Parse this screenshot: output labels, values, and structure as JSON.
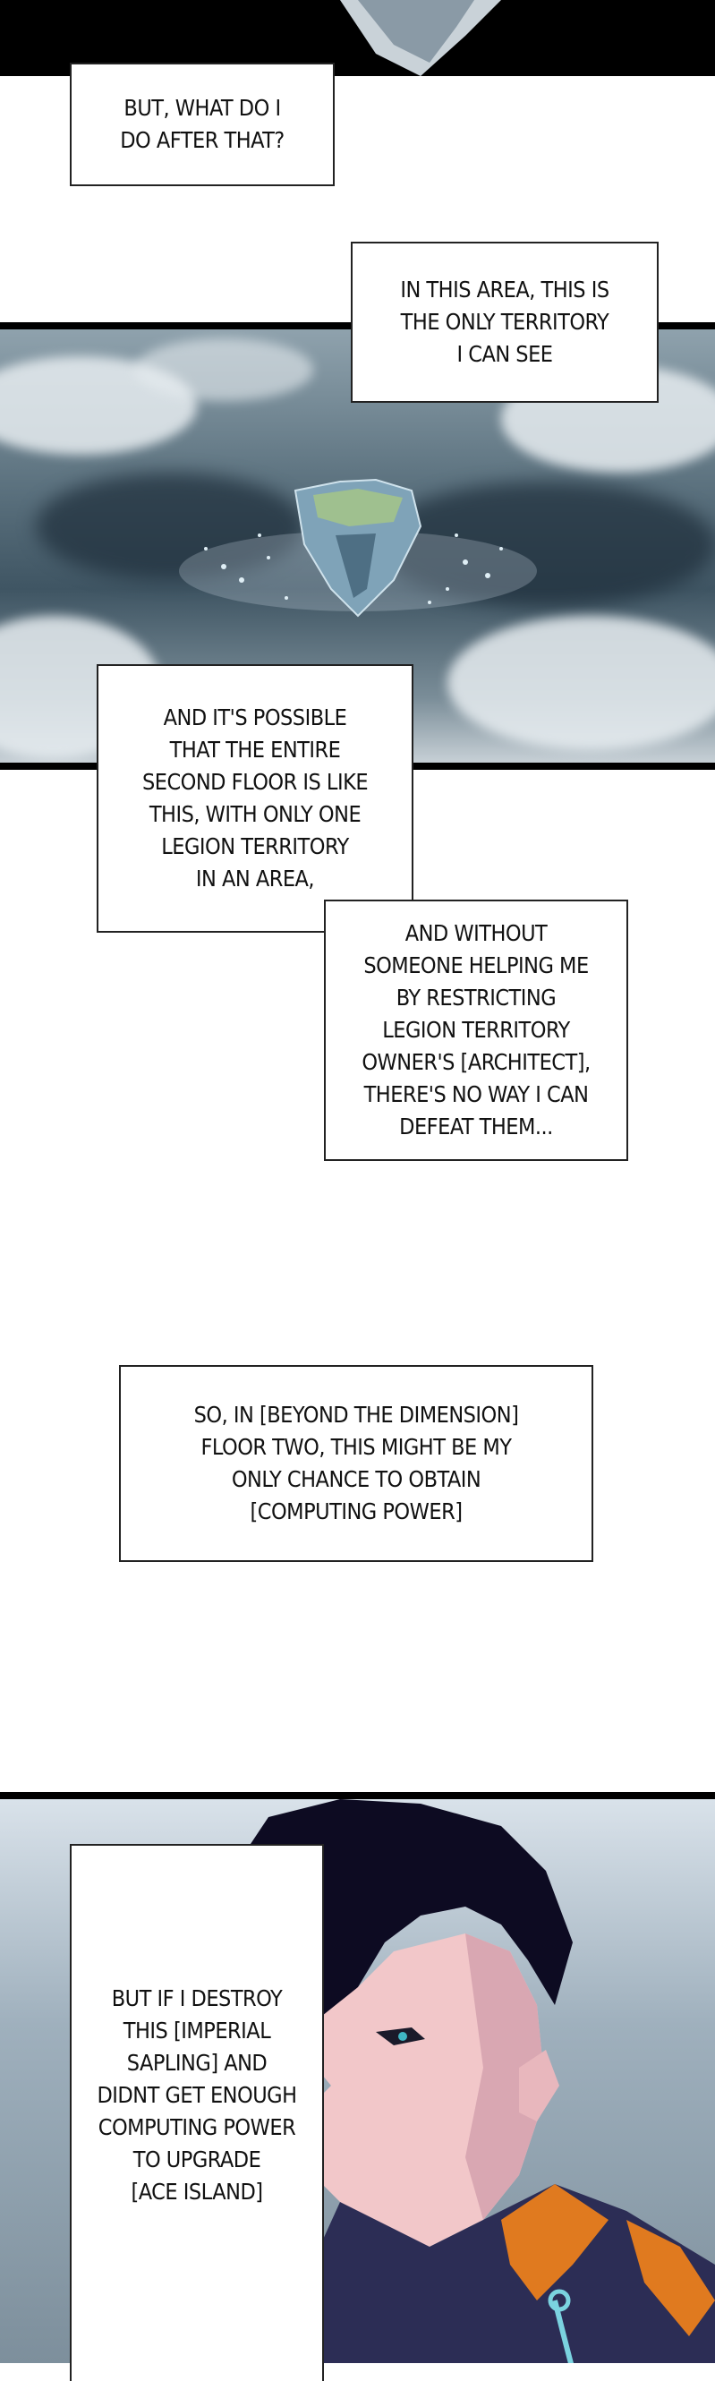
{
  "captions": [
    {
      "text": "BUT, WHAT DO I\nDO AFTER THAT?"
    },
    {
      "text": "IN THIS AREA, THIS IS\nTHE ONLY TERRITORY\nI CAN SEE"
    },
    {
      "text": "AND IT'S POSSIBLE\nTHAT THE ENTIRE\nSECOND FLOOR IS LIKE\nTHIS, WITH ONLY ONE\nLEGION TERRITORY\nIN AN AREA,"
    },
    {
      "text": "AND WITHOUT\nSOMEONE HELPING ME\nBY RESTRICTING\nLEGION TERRITORY\nOWNER'S [ARCHITECT],\nTHERE'S NO WAY I CAN\nDEFEAT THEM..."
    },
    {
      "text": "SO, IN [BEYOND THE DIMENSION]\nFLOOR TWO, THIS MIGHT BE MY\nONLY CHANCE TO OBTAIN\n[COMPUTING POWER]"
    },
    {
      "text": "BUT IF I DESTROY\nTHIS [IMPERIAL\nSAPLING] AND\nDIDNT GET ENOUGH\nCOMPUTING POWER\nTO UPGRADE\n[ACE ISLAND]"
    }
  ]
}
